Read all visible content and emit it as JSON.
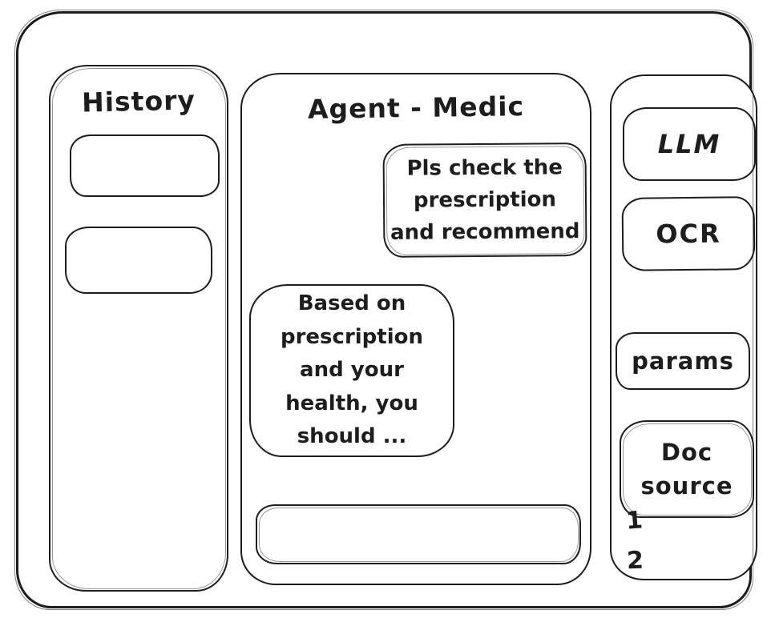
{
  "history_panel": {
    "title": "History",
    "items": [
      "",
      ""
    ]
  },
  "chat_panel": {
    "title": "Agent - Medic",
    "messages": [
      {
        "role": "user",
        "text": "Pls check the\nprescription\nand recommend"
      },
      {
        "role": "assistant",
        "text": "Based on\nprescription\nand your\nhealth, you\nshould ..."
      }
    ],
    "input": {
      "value": ""
    }
  },
  "tools_panel": {
    "buttons": [
      {
        "id": "llm",
        "label": "LLM"
      },
      {
        "id": "ocr",
        "label": "OCR"
      },
      {
        "id": "params",
        "label": "params"
      },
      {
        "id": "doc-source",
        "label": "Doc\nsource"
      }
    ],
    "doc_list": [
      "1",
      "2"
    ]
  },
  "colors": {
    "ink": "#1d1d1d",
    "background": "#ffffff"
  }
}
